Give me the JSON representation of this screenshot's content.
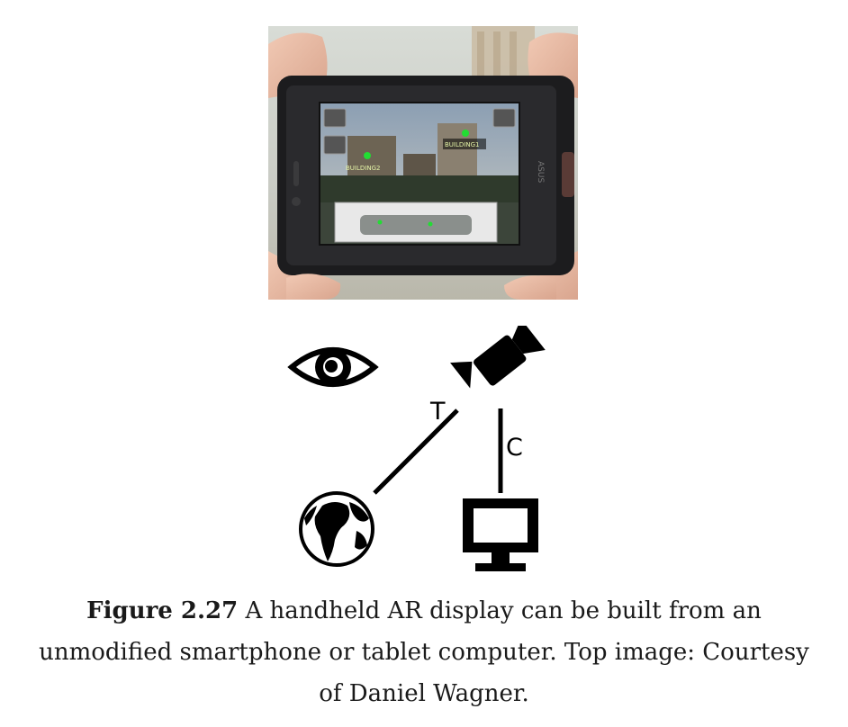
{
  "photo": {
    "labels": {
      "building1": "BUILDING1",
      "building2": "BUILDING2"
    },
    "brand": "ASUS",
    "accent": "#22dd33"
  },
  "diagram": {
    "link_t": "T",
    "link_c": "C",
    "icons": [
      "eye-icon",
      "video-camera-icon",
      "globe-icon",
      "monitor-icon"
    ]
  },
  "caption": {
    "label": "Figure 2.27",
    "text": " A handheld AR display can be built from an unmodified smartphone or tablet computer. Top image: Courtesy of Daniel Wagner."
  }
}
